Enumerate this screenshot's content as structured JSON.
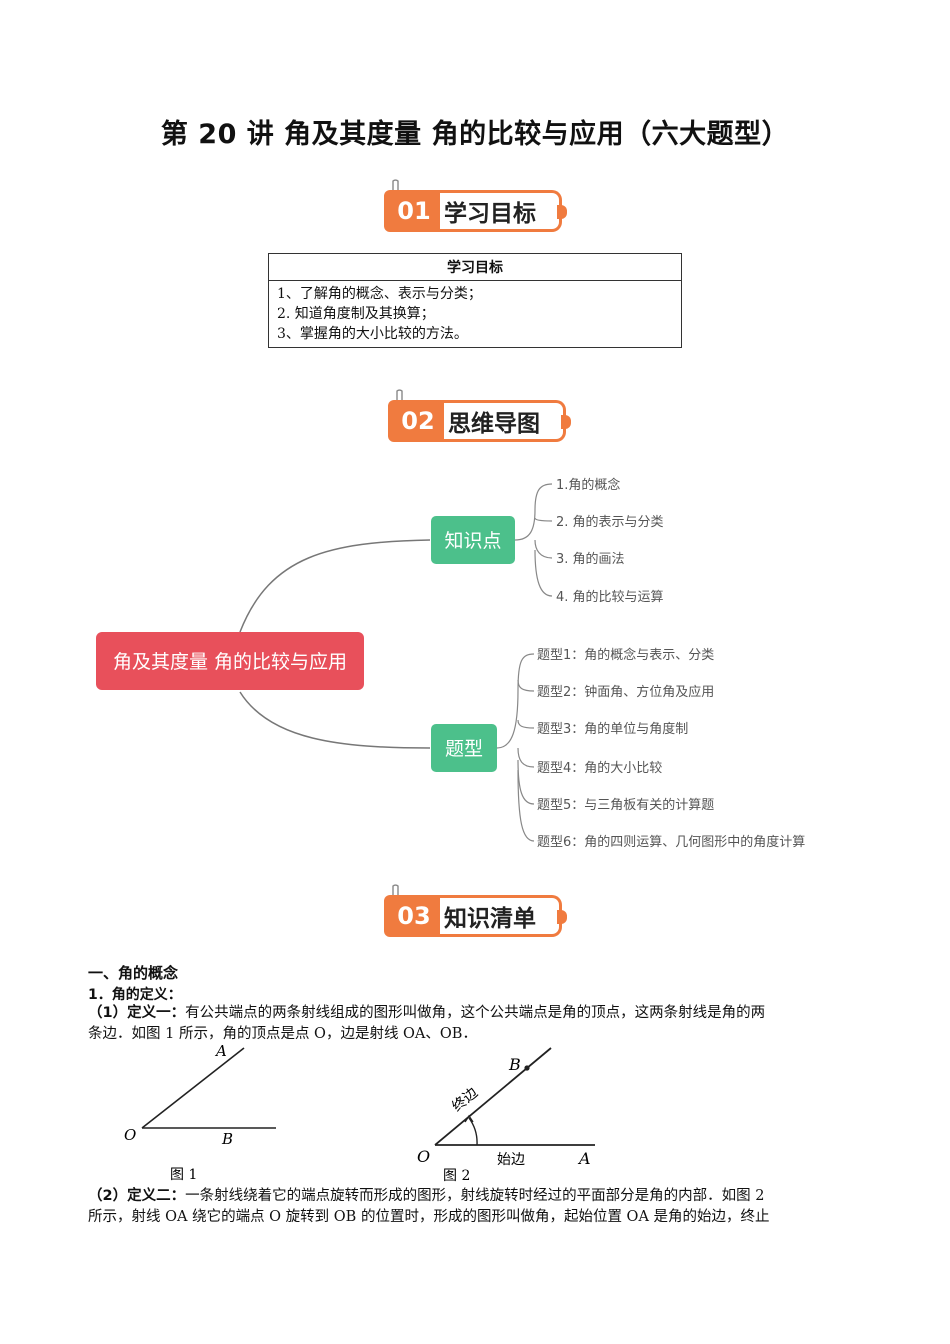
{
  "title": "第 20 讲  角及其度量  角的比较与应用（六大题型）",
  "badges": [
    {
      "num": "01",
      "label": "学习目标"
    },
    {
      "num": "02",
      "label": "思维导图"
    },
    {
      "num": "03",
      "label": "知识清单"
    }
  ],
  "goals": {
    "header": "学习目标",
    "items": [
      "1、了解角的概念、表示与分类；",
      "2.    知道角度制及其换算；",
      "3、掌握角的大小比较的方法。"
    ]
  },
  "mindmap": {
    "center": "角及其度量 角的比较与应用",
    "branches": [
      {
        "label": "知识点",
        "items": [
          "1.角的概念",
          "2. 角的表示与分类",
          "3. 角的画法",
          "4. 角的比较与运算"
        ]
      },
      {
        "label": "题型",
        "items": [
          "题型1：角的概念与表示、分类",
          "题型2：钟面角、方位角及应用",
          "题型3：角的单位与角度制",
          "题型4：角的大小比较",
          "题型5：与三角板有关的计算题",
          "题型6：角的四则运算、几何图形中的角度计算"
        ]
      }
    ],
    "colors": {
      "center": "#e8505b",
      "branch": "#4cc08b"
    }
  },
  "content": {
    "section1": "一、角的概念",
    "sub1": "1．角的定义：",
    "def1_label": "（1）定义一：",
    "def1_line1": "有公共端点的两条射线组成的图形叫做角，这个公共端点是角的顶点，这两条射线是角的两",
    "def1_line2": "条边．如图 1 所示，角的顶点是点 O，边是射线 OA、OB．",
    "fig1": {
      "A": "A",
      "O": "O",
      "B": "B",
      "caption": "图 1"
    },
    "fig2": {
      "B": "B",
      "O": "O",
      "A": "A",
      "end_side": "终边",
      "start_side": "始边",
      "caption": "图 2"
    },
    "def2_label": "（2）定义二：",
    "def2_line1": "一条射线绕着它的端点旋转而形成的图形，射线旋转时经过的平面部分是角的内部．如图 2",
    "def2_line2": "所示，射线 OA 绕它的端点 O 旋转到 OB 的位置时，形成的图形叫做角，起始位置 OA 是角的始边，终止"
  }
}
